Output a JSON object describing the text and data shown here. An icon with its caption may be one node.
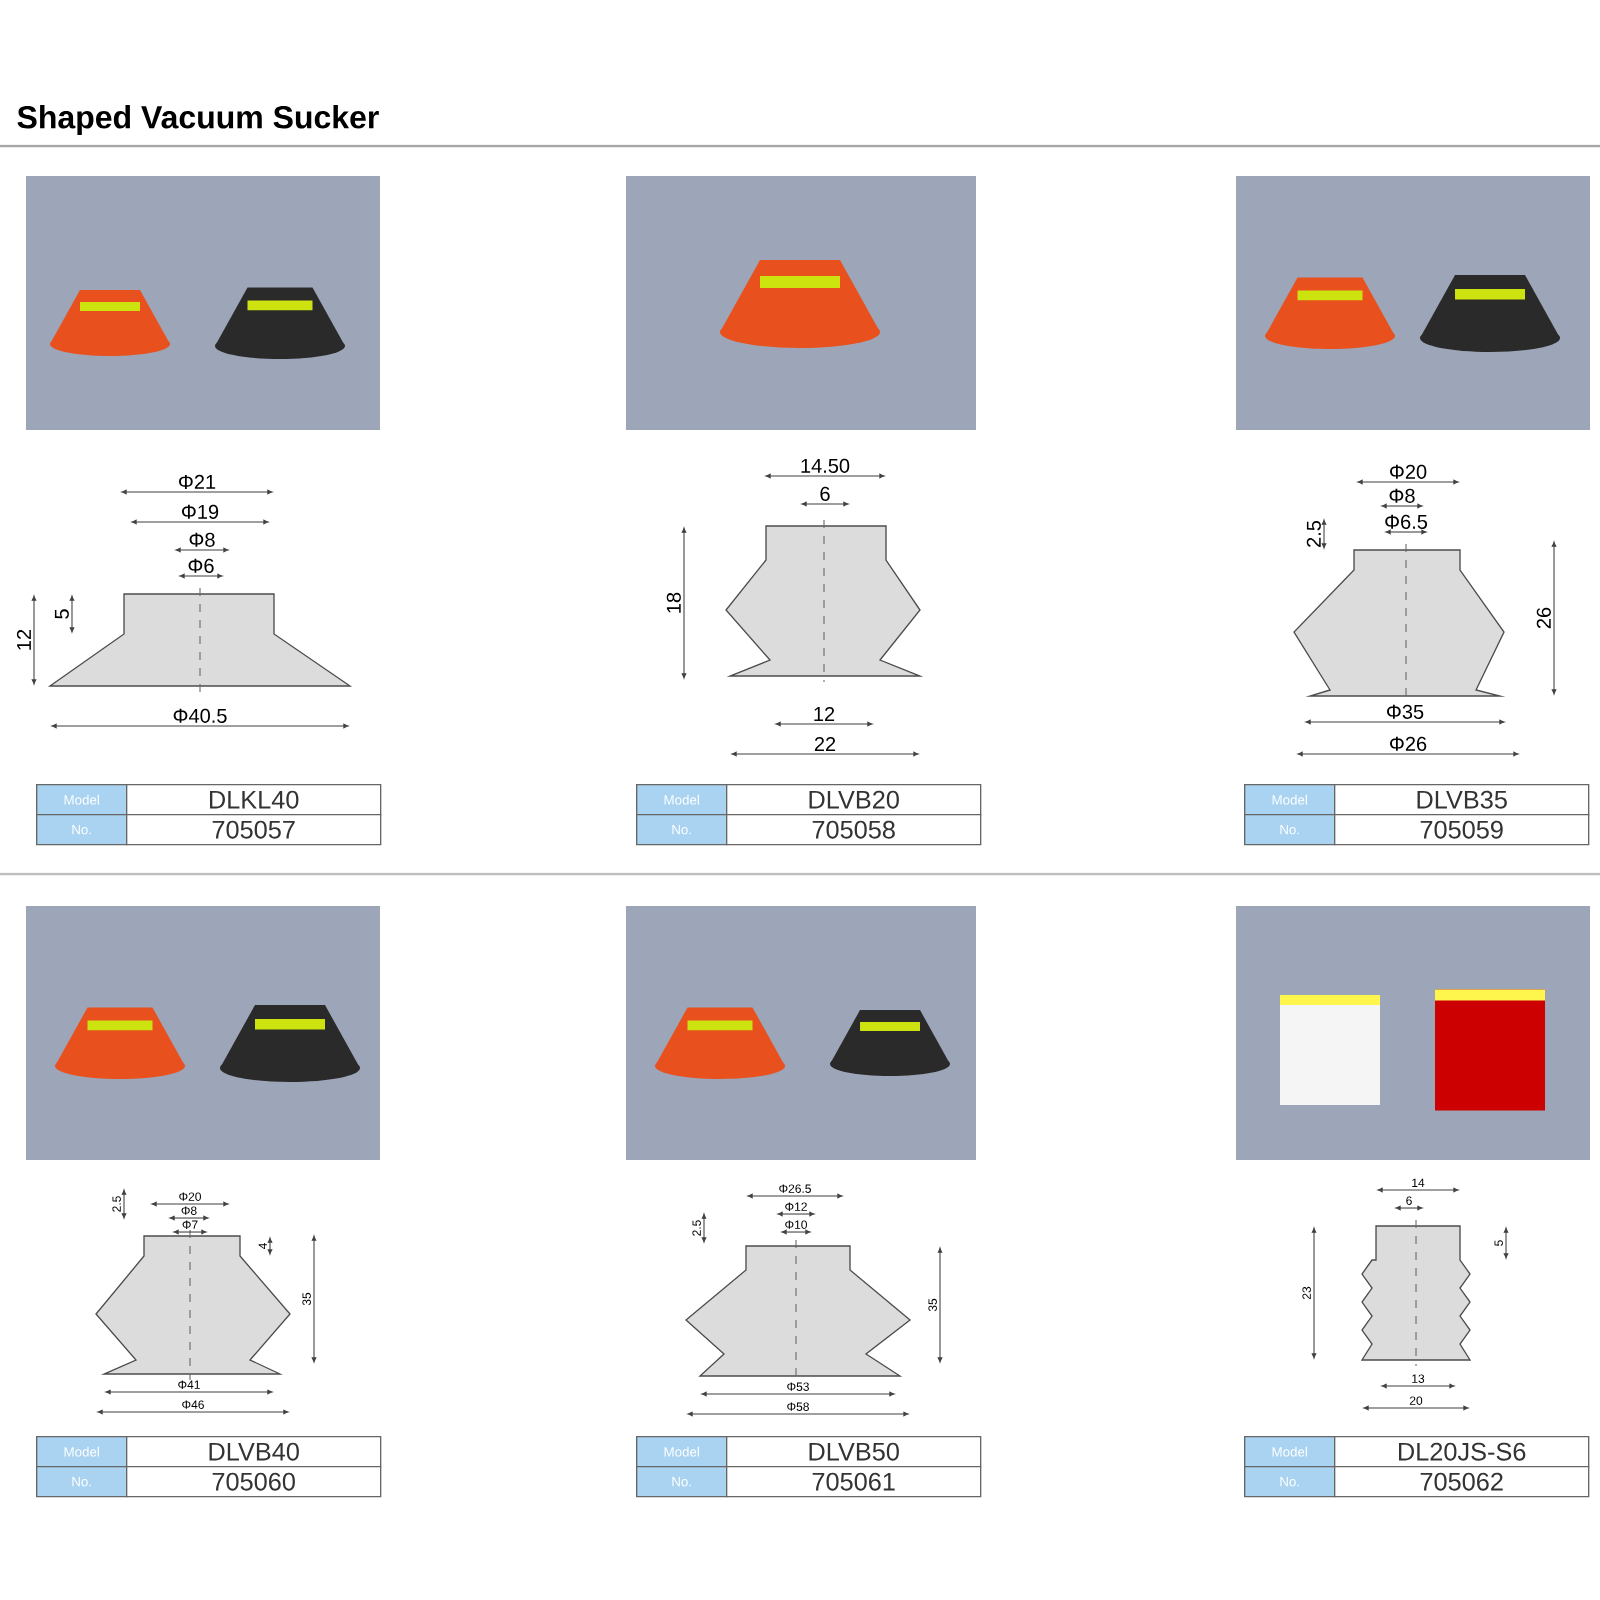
{
  "diagram": {
    "title": "Shaped Vacuum Sucker",
    "labels": [
      "Φ21",
      "Φ19",
      "Φ8",
      "Φ6",
      "5",
      "12",
      "Φ40.5",
      "Model",
      "DLKL40",
      "No.",
      "705057",
      "14.50",
      "6",
      "18",
      "12",
      "22",
      "Model",
      "DLVB20",
      "No.",
      "705058",
      "Φ20",
      "Φ8",
      "Φ6.5",
      "2.5",
      "26",
      "Φ35",
      "Φ26",
      "Model",
      "DLVB35",
      "No.",
      "705059",
      "2.5",
      "Φ20",
      "Φ8",
      "Φ7",
      "4",
      "35",
      "Φ41",
      "Φ46",
      "Model",
      "DLVB40",
      "No.",
      "705060",
      "2.5",
      "Φ26.5",
      "Φ12",
      "Φ10",
      "35",
      "Φ53",
      "Φ58",
      "Model",
      "DLVB50",
      "No.",
      "705061",
      "14",
      "6",
      "5",
      "23",
      "13",
      "20",
      "Model",
      "DL20JS-S6",
      "No.",
      "705062"
    ]
  }
}
